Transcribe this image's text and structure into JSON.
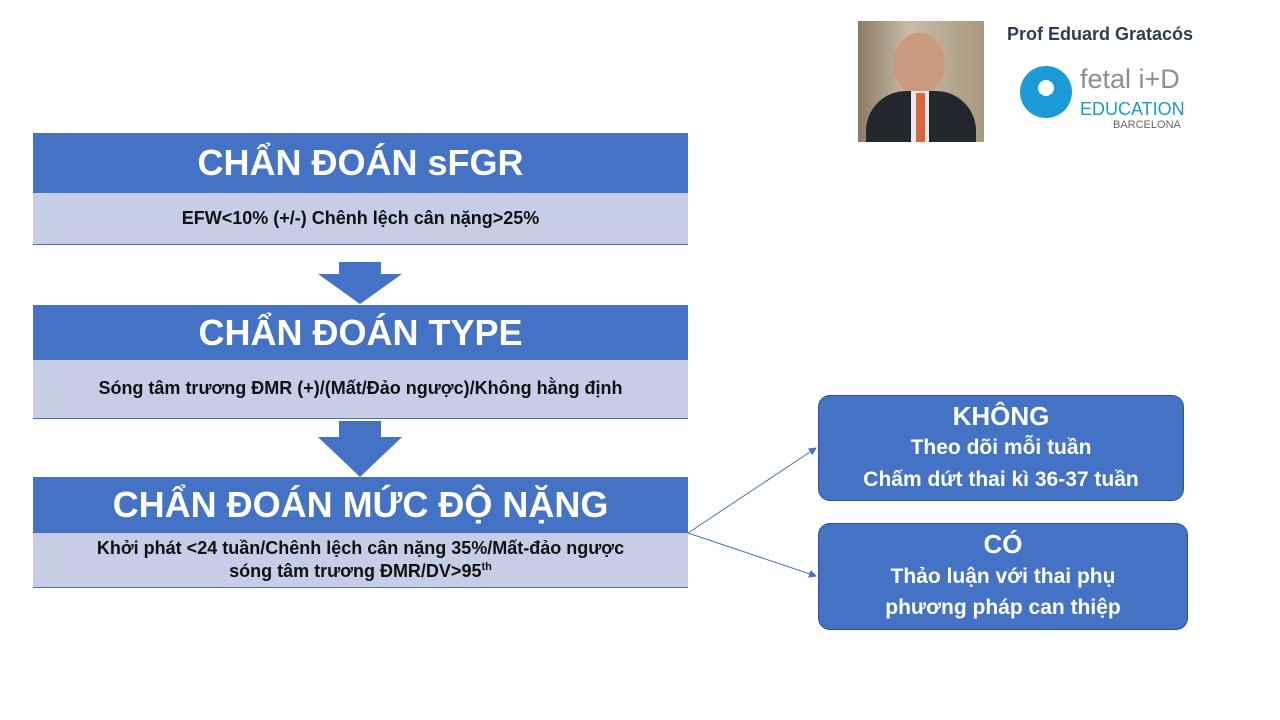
{
  "presenter": {
    "name": "Prof Eduard Gratacós"
  },
  "logo": {
    "brand": "fetal i+D",
    "line2": "EDUCATION",
    "line3": "BARCELONA"
  },
  "steps": [
    {
      "title": "CHẨN ĐOÁN sFGR",
      "detail": "EFW<10% (+/-) Chênh lệch cân nặng>25%"
    },
    {
      "title": "CHẨN ĐOÁN TYPE",
      "detail": "Sóng tâm trương ĐMR (+)/(Mất/Đảo  ngược)/Không hằng định"
    },
    {
      "title": "CHẨN ĐOÁN MỨC ĐỘ NẶNG",
      "detail_line1": "Khởi phát <24 tuần/Chênh lệch cân nặng 35%/Mất-đảo ngược",
      "detail_line2": "sóng tâm trương ĐMR/DV>95",
      "detail_sup": "th"
    }
  ],
  "outcomes": [
    {
      "title": "KHÔNG",
      "lines": [
        "Theo dõi mỗi tuần",
        "Chấm dứt thai kì 36-37 tuần"
      ]
    },
    {
      "title": "CÓ",
      "lines": [
        "Thảo luận với thai phụ",
        "phương pháp can thiệp"
      ]
    }
  ],
  "colors": {
    "primary": "#4472C4",
    "band": "#C6CDE6",
    "logo": "#1A9AD6"
  }
}
